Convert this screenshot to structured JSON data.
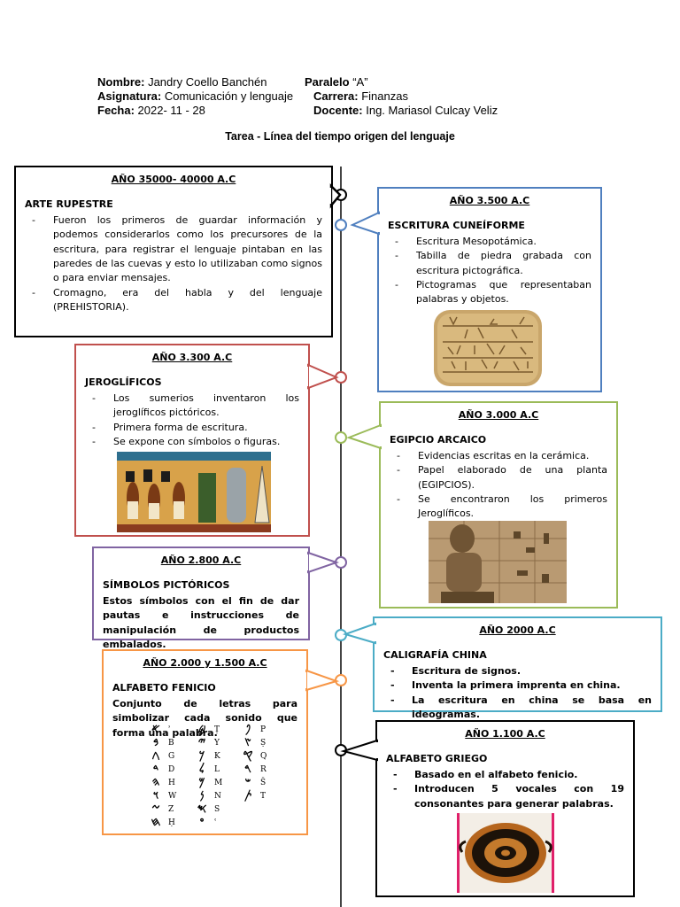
{
  "header": {
    "name_label": "Nombre:",
    "name_value": " Jandry Coello Banchén",
    "paralelo_label": "Paralelo",
    "paralelo_value": " “A”",
    "asignatura_label": "Asignatura:",
    "asignatura_value": " Comunicación y lenguaje",
    "carrera_label": "Carrera:",
    "carrera_value": " Finanzas",
    "fecha_label": "Fecha:",
    "fecha_value": " 2022- 11 - 28",
    "docente_label": "Docente:",
    "docente_value": " Ing. Mariasol Culcay Veliz"
  },
  "title": "Tarea - Línea del tiempo origen del lenguaje",
  "colors": {
    "black": "#000000",
    "blue": "#4f7fbf",
    "red": "#c0504d",
    "green": "#9bbb59",
    "purple": "#8064a2",
    "cyan": "#4bacc6",
    "orange": "#f79646"
  },
  "boxes": {
    "rupestre": {
      "year": "AÑO 35000- 40000 A.C",
      "subtitle": "ARTE RUPESTRE",
      "items": [
        "Fueron los primeros de guardar información y podemos considerarlos como los precursores de la escritura, para registrar el lenguaje pintaban en las paredes de las cuevas y esto lo utilizaban como signos o para enviar mensajes.",
        "Cromagno, era del habla y del lenguaje (PREHISTORIA)."
      ]
    },
    "cuneiforme": {
      "year": "AÑO 3.500 A.C",
      "subtitle": "ESCRITURA CUNEÍFORME",
      "items": [
        "Escritura Mesopotámica.",
        "Tabilla de piedra grabada con escritura pictográfica.",
        "Pictogramas que representaban palabras y objetos."
      ]
    },
    "jeroglificos": {
      "year": "AÑO 3.300 A.C",
      "subtitle": "JEROGLÍFICOS",
      "items": [
        "Los sumerios inventaron los jeroglíficos pictóricos.",
        "Primera forma de escritura.",
        "Se expone con símbolos o figuras."
      ]
    },
    "egipcio": {
      "year": "AÑO 3.000 A.C",
      "subtitle": "EGIPCIO ARCAICO",
      "items": [
        "Evidencias escritas en la cerámica.",
        "Papel elaborado de una planta (EGIPCIOS).",
        "Se encontraron los primeros Jeroglíficos."
      ]
    },
    "pictoricos": {
      "year": "AÑO 2.800 A.C",
      "subtitle": "SÍMBOLOS PICTÓRICOS",
      "text": "Estos símbolos con el fin de dar pautas e instrucciones de manipulación de productos embalados."
    },
    "china": {
      "year": "AÑO 2000 A.C",
      "subtitle": "CALIGRAFÍA CHINA",
      "items": [
        "Escritura de signos.",
        "Inventa la primera imprenta en china.",
        "La escritura en china se basa en ideogramas."
      ]
    },
    "fenicio": {
      "year": "AÑO 2.000 y 1.500 A.C",
      "subtitle": "ALFABETO FENICIO",
      "text": "Conjunto de letras para simbolizar cada sonido que forma una palabra."
    },
    "griego": {
      "year": "AÑO 1.100 A.C",
      "subtitle": "ALFABETO GRIEGO",
      "items": [
        "Basado en el alfabeto fenicio.",
        "Introducen 5 vocales con 19 consonantes para generar palabras."
      ]
    }
  },
  "phoenician": {
    "col1": [
      [
        "𐤀",
        "ʾ"
      ],
      [
        "𐤁",
        "B"
      ],
      [
        "𐤂",
        "G"
      ],
      [
        "𐤃",
        "D"
      ],
      [
        "𐤄",
        "H"
      ],
      [
        "𐤅",
        "W"
      ],
      [
        "𐤆",
        "Z"
      ],
      [
        "𐤇",
        "Ḥ"
      ]
    ],
    "col2": [
      [
        "𐤈",
        "Ṭ"
      ],
      [
        "𐤉",
        "Y"
      ],
      [
        "𐤊",
        "K"
      ],
      [
        "𐤋",
        "L"
      ],
      [
        "𐤌",
        "M"
      ],
      [
        "𐤍",
        "N"
      ],
      [
        "𐤎",
        "S"
      ],
      [
        "𐤏",
        "ʿ"
      ]
    ],
    "col3": [
      [
        "𐤐",
        "P"
      ],
      [
        "𐤑",
        "Ṣ"
      ],
      [
        "𐤒",
        "Q"
      ],
      [
        "𐤓",
        "R"
      ],
      [
        "𐤔",
        "Š"
      ],
      [
        "𐤕",
        "T"
      ]
    ]
  }
}
